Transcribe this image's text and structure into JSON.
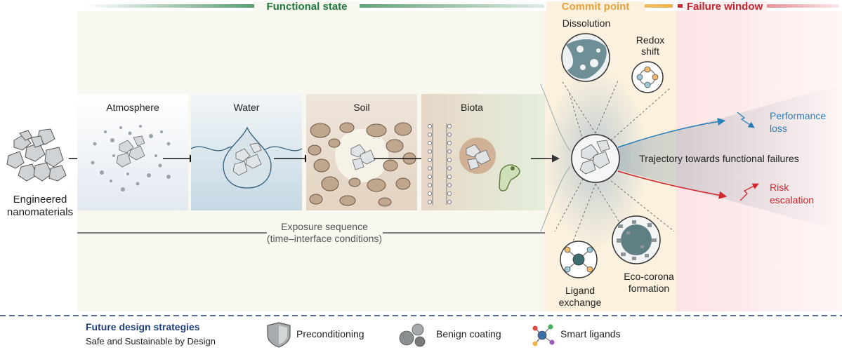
{
  "source": {
    "line1": "Engineered",
    "line2": "nanomaterials"
  },
  "headers": {
    "functional": "Functional state",
    "commit": "Commit point",
    "failure": "Failure window"
  },
  "headers_colors": {
    "functional": "#1e7a3c",
    "commit": "#e6a23c",
    "failure": "#c8232c"
  },
  "compartments": [
    {
      "label": "Atmosphere"
    },
    {
      "label": "Water"
    },
    {
      "label": "Soil"
    },
    {
      "label": "Biota"
    }
  ],
  "exposure": {
    "line1": "Exposure sequence",
    "line2": "(time–interface conditions)"
  },
  "processes": {
    "dissolution": "Dissolution",
    "redox_line1": "Redox",
    "redox_line2": "shift",
    "ligand_line1": "Ligand",
    "ligand_line2": "exchange",
    "corona_line1": "Eco-corona",
    "corona_line2": "formation"
  },
  "trajectory": "Trajectory towards functional failures",
  "outcomes": {
    "perf_line1": "Performance",
    "perf_line2": "loss",
    "risk_line1": "Risk",
    "risk_line2": "escalation",
    "perf_color": "#2a7fb8",
    "risk_color": "#d0262d"
  },
  "future": {
    "title": "Future design strategies",
    "subtitle": "Safe and Sustainable by Design",
    "title_color": "#1f3f7a",
    "items": [
      {
        "label": "Preconditioning",
        "icon": "shield-icon"
      },
      {
        "label": "Benign coating",
        "icon": "spheres-icon"
      },
      {
        "label": "Smart ligands",
        "icon": "ligand-network-icon"
      }
    ]
  }
}
